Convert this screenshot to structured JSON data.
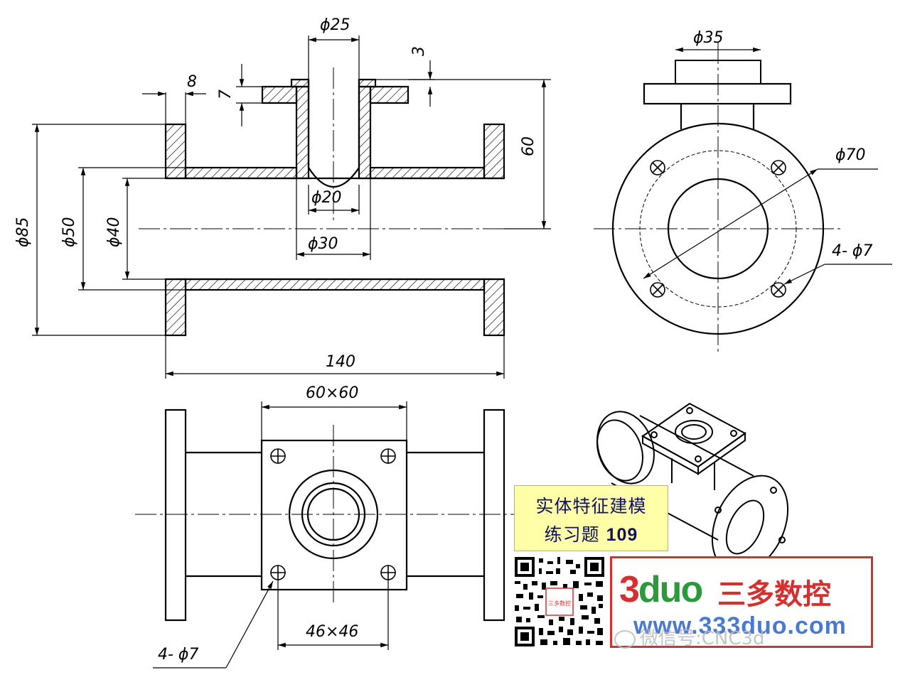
{
  "dimensions": {
    "d25": "ϕ25",
    "d35": "ϕ35",
    "t3": "3",
    "t7": "7",
    "t8": "8",
    "h60": "60",
    "d70": "ϕ70",
    "d85": "ϕ85",
    "d50": "ϕ50",
    "d40": "ϕ40",
    "d20": "ϕ20",
    "d30": "ϕ30",
    "holes_side": "4- ϕ7",
    "len140": "140",
    "sq60": "60×60",
    "sq46": "46×46",
    "holes_top": "4- ϕ7"
  },
  "title": {
    "line1": "实体特征建模",
    "line2_text": "练习题",
    "line2_num": "109"
  },
  "brand": {
    "logo_3": "3",
    "logo_duo": "duo",
    "name_cn": "三多数控",
    "url": "www.333duo.com",
    "wechat": "微信号:CNC3d",
    "qr_badge": "三多数控"
  },
  "colors": {
    "title_bg": "#ffffa8",
    "brand_red": "#d43030",
    "brand_blue": "#4a7ad0",
    "brand_green": "#2a9a3a"
  }
}
